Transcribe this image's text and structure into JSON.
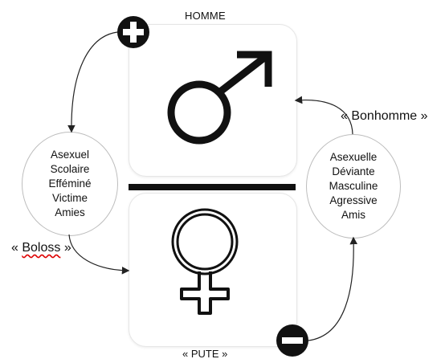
{
  "diagram": {
    "top_label": "HOMME",
    "bottom_label": "« PUTE »",
    "left_circle": {
      "items": [
        "Asexuel",
        "Scolaire",
        "Efféminé",
        "Victime",
        "Amies"
      ]
    },
    "right_circle": {
      "items": [
        "Asexuelle",
        "Déviante",
        "Masculine",
        "Agressive",
        "Amis"
      ]
    },
    "bonhomme_label": "« Bonhomme »",
    "boloss_quote_open": "« ",
    "boloss_word": "Boloss",
    "boloss_quote_close": " »"
  },
  "icons": {
    "plus": "plus-circle-icon",
    "minus": "minus-circle-icon",
    "male": "male-symbol-icon",
    "female": "female-symbol-icon"
  }
}
